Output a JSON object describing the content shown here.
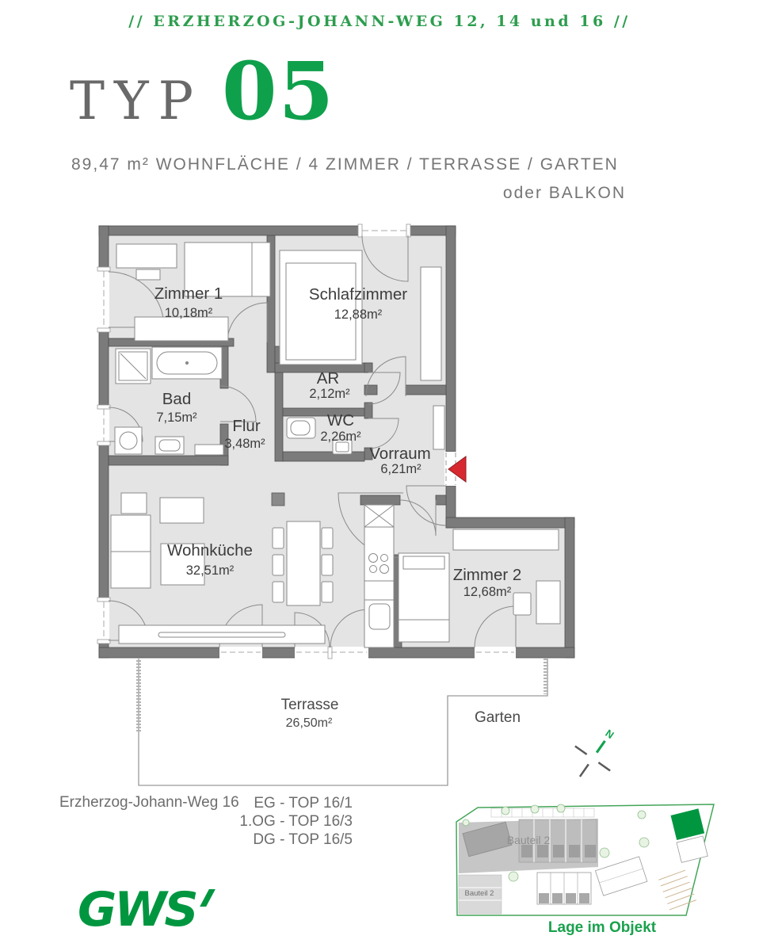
{
  "header": {
    "line": "//  ERZHERZOG-JOHANN-WEG 12, 14 und 16  //"
  },
  "title": {
    "prefix": "TYP",
    "number": "05"
  },
  "specs": {
    "line1": "89,47 m² WOHNFLÄCHE  /  4 ZIMMER  /  TERRASSE  /  GARTEN",
    "line2": "oder BALKON"
  },
  "floorplan": {
    "rooms": [
      {
        "name": "Zimmer 1",
        "area": "10,18m²"
      },
      {
        "name": "Schlafzimmer",
        "area": "12,88m²"
      },
      {
        "name": "Bad",
        "area": "7,15m²"
      },
      {
        "name": "Flur",
        "area": "3,48m²"
      },
      {
        "name": "AR",
        "area": "2,12m²"
      },
      {
        "name": "WC",
        "area": "2,26m²"
      },
      {
        "name": "Vorraum",
        "area": "6,21m²"
      },
      {
        "name": "Wohnküche",
        "area": "32,51m²"
      },
      {
        "name": "Zimmer 2",
        "area": "12,68m²"
      }
    ],
    "outdoor": [
      {
        "name": "Terrasse",
        "area": "26,50m²"
      },
      {
        "name": "Garten",
        "area": ""
      }
    ],
    "compass_label": "N"
  },
  "address": {
    "street": "Erzherzog-Johann-Weg 16",
    "units": [
      "EG - TOP 16/1",
      "1.OG - TOP 16/3",
      "DG - TOP 16/5"
    ]
  },
  "siteplan": {
    "labels": [
      "Bauteil 2",
      "Bauteil 2"
    ],
    "caption": "Lage im Objekt"
  },
  "logo": {
    "text": "GWS"
  },
  "colors": {
    "green": "#009640",
    "header_green": "#2d9d4e",
    "title_green": "#0fa04c",
    "wall_gray": "#7b7b7b",
    "floor_gray": "#e4e4e4",
    "entry_arrow_red": "#d7282f"
  }
}
